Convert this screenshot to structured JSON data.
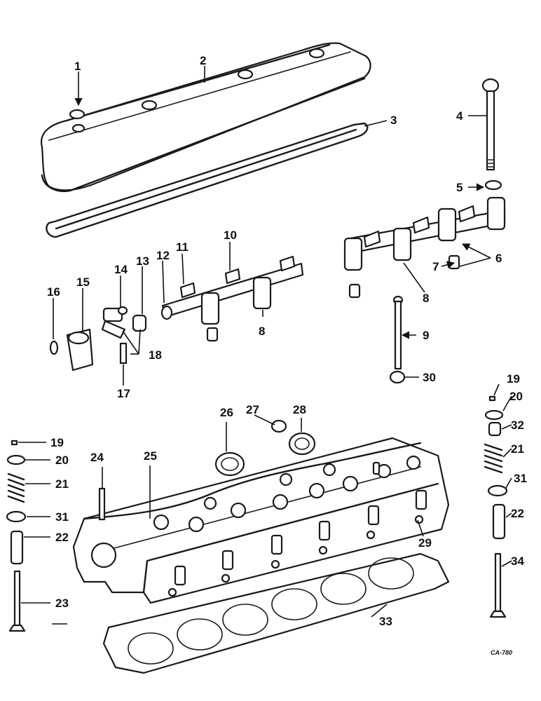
{
  "callouts": [
    "1",
    "2",
    "3",
    "4",
    "5",
    "6",
    "7",
    "8",
    "8",
    "9",
    "10",
    "11",
    "12",
    "13",
    "14",
    "15",
    "16",
    "17",
    "18",
    "19",
    "20",
    "21",
    "31",
    "22",
    "23",
    "24",
    "25",
    "26",
    "27",
    "28",
    "29",
    "30",
    "19",
    "20",
    "32",
    "21",
    "31",
    "22",
    "34",
    "33"
  ],
  "drawing_code": "CA-780"
}
